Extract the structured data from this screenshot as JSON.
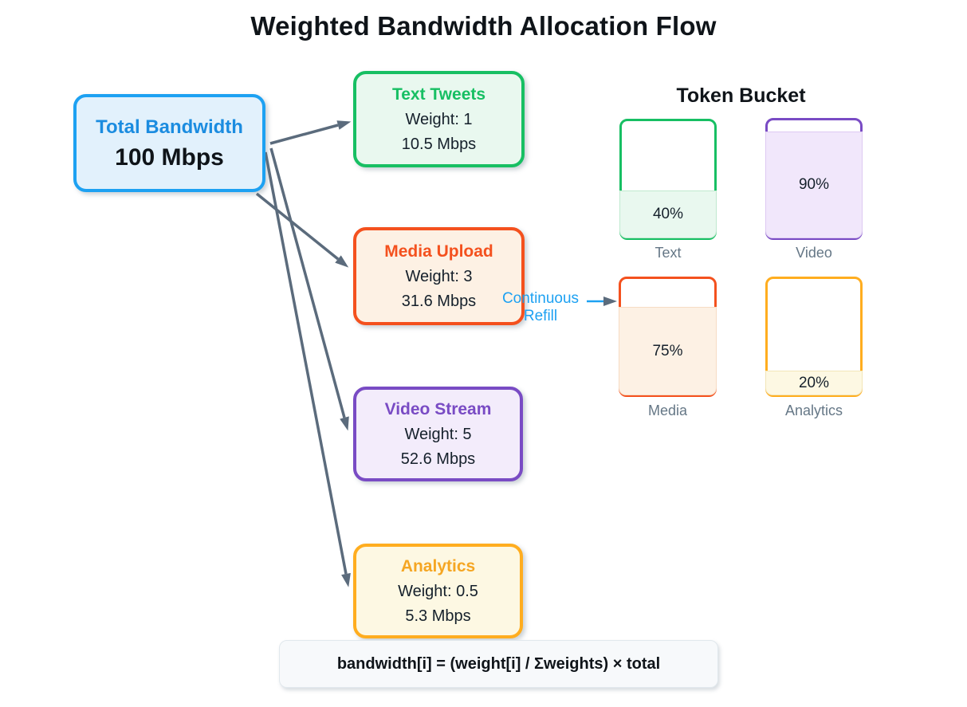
{
  "title": "Weighted Bandwidth Allocation Flow",
  "source_node": {
    "title": "Total Bandwidth",
    "value": "100 Mbps"
  },
  "flow_nodes": [
    {
      "title": "Text Tweets",
      "weight": "Weight: 1",
      "bandwidth": "10.5 Mbps",
      "color": "#17bf63"
    },
    {
      "title": "Media Upload",
      "weight": "Weight: 3",
      "bandwidth": "31.6 Mbps",
      "color": "#f4511e"
    },
    {
      "title": "Video Stream",
      "weight": "Weight: 5",
      "bandwidth": "52.6 Mbps",
      "color": "#794bc4"
    },
    {
      "title": "Analytics",
      "weight": "Weight: 0.5",
      "bandwidth": "5.3 Mbps",
      "color": "#ffad1f"
    }
  ],
  "token_bucket": {
    "title": "Token Bucket",
    "buckets": [
      {
        "label": "Text",
        "percent": "40%",
        "fill_percent": 40,
        "color": "#17bf63"
      },
      {
        "label": "Video",
        "percent": "90%",
        "fill_percent": 90,
        "color": "#794bc4"
      },
      {
        "label": "Media",
        "percent": "75%",
        "fill_percent": 75,
        "color": "#f4511e"
      },
      {
        "label": "Analytics",
        "percent": "20%",
        "fill_percent": 20,
        "color": "#ffad1f"
      }
    ],
    "refill_label": "Continuous\nRefill"
  },
  "formula": "bandwidth[i] = (weight[i] / Σweights) × total",
  "edges": [
    {
      "from": "Total Bandwidth",
      "to": "Text Tweets"
    },
    {
      "from": "Total Bandwidth",
      "to": "Media Upload"
    },
    {
      "from": "Total Bandwidth",
      "to": "Video Stream"
    },
    {
      "from": "Total Bandwidth",
      "to": "Analytics"
    },
    {
      "from": "Continuous Refill",
      "to": "Media bucket"
    }
  ],
  "colors": {
    "source_blue": "#1da1f2",
    "green": "#17bf63",
    "orange": "#f4511e",
    "purple": "#794bc4",
    "amber": "#ffad1f",
    "arrow_gray": "#5b6b7c",
    "label_gray": "#657786",
    "refill_blue": "#1da1f2",
    "text_dark": "#0f1419"
  }
}
